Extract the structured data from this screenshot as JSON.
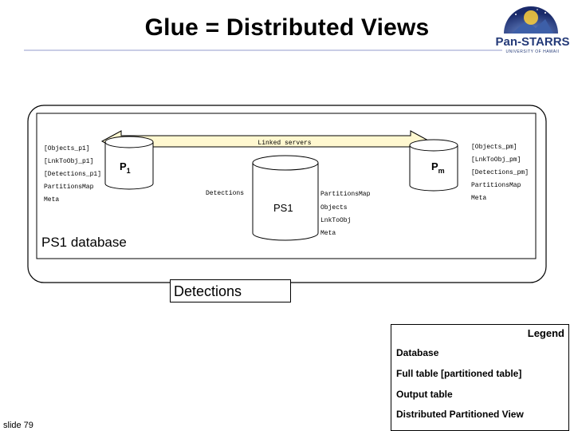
{
  "title": "Glue = Distributed Views",
  "logo": {
    "name": "Pan-STARRS",
    "subtitle": "UNIVERSITY OF HAWAII"
  },
  "diagram": {
    "link_label": "Linked servers",
    "left_node": {
      "label_main": "P",
      "label_sub": "1",
      "tables": [
        "[Objects_p1]",
        "[LnkToObj_p1]",
        "[Detections_p1]",
        "PartitionsMap",
        "Meta"
      ]
    },
    "right_node": {
      "label_main": "P",
      "label_sub": "m",
      "tables": [
        "[Objects_pm]",
        "[LnkToObj_pm]",
        "[Detections_pm]",
        "PartitionsMap",
        "Meta"
      ]
    },
    "center_node": {
      "label": "PS1",
      "left_table": "Detections",
      "right_tables": [
        "PartitionsMap",
        "Objects",
        "LnkToObj",
        "Meta"
      ]
    },
    "database_label": "PS1 database",
    "view_label": "Detections"
  },
  "legend": {
    "title": "Legend",
    "items": [
      "Database",
      "Full table   [partitioned table]",
      "Output table",
      "Distributed Partitioned View"
    ]
  },
  "slide_number": "slide 79"
}
